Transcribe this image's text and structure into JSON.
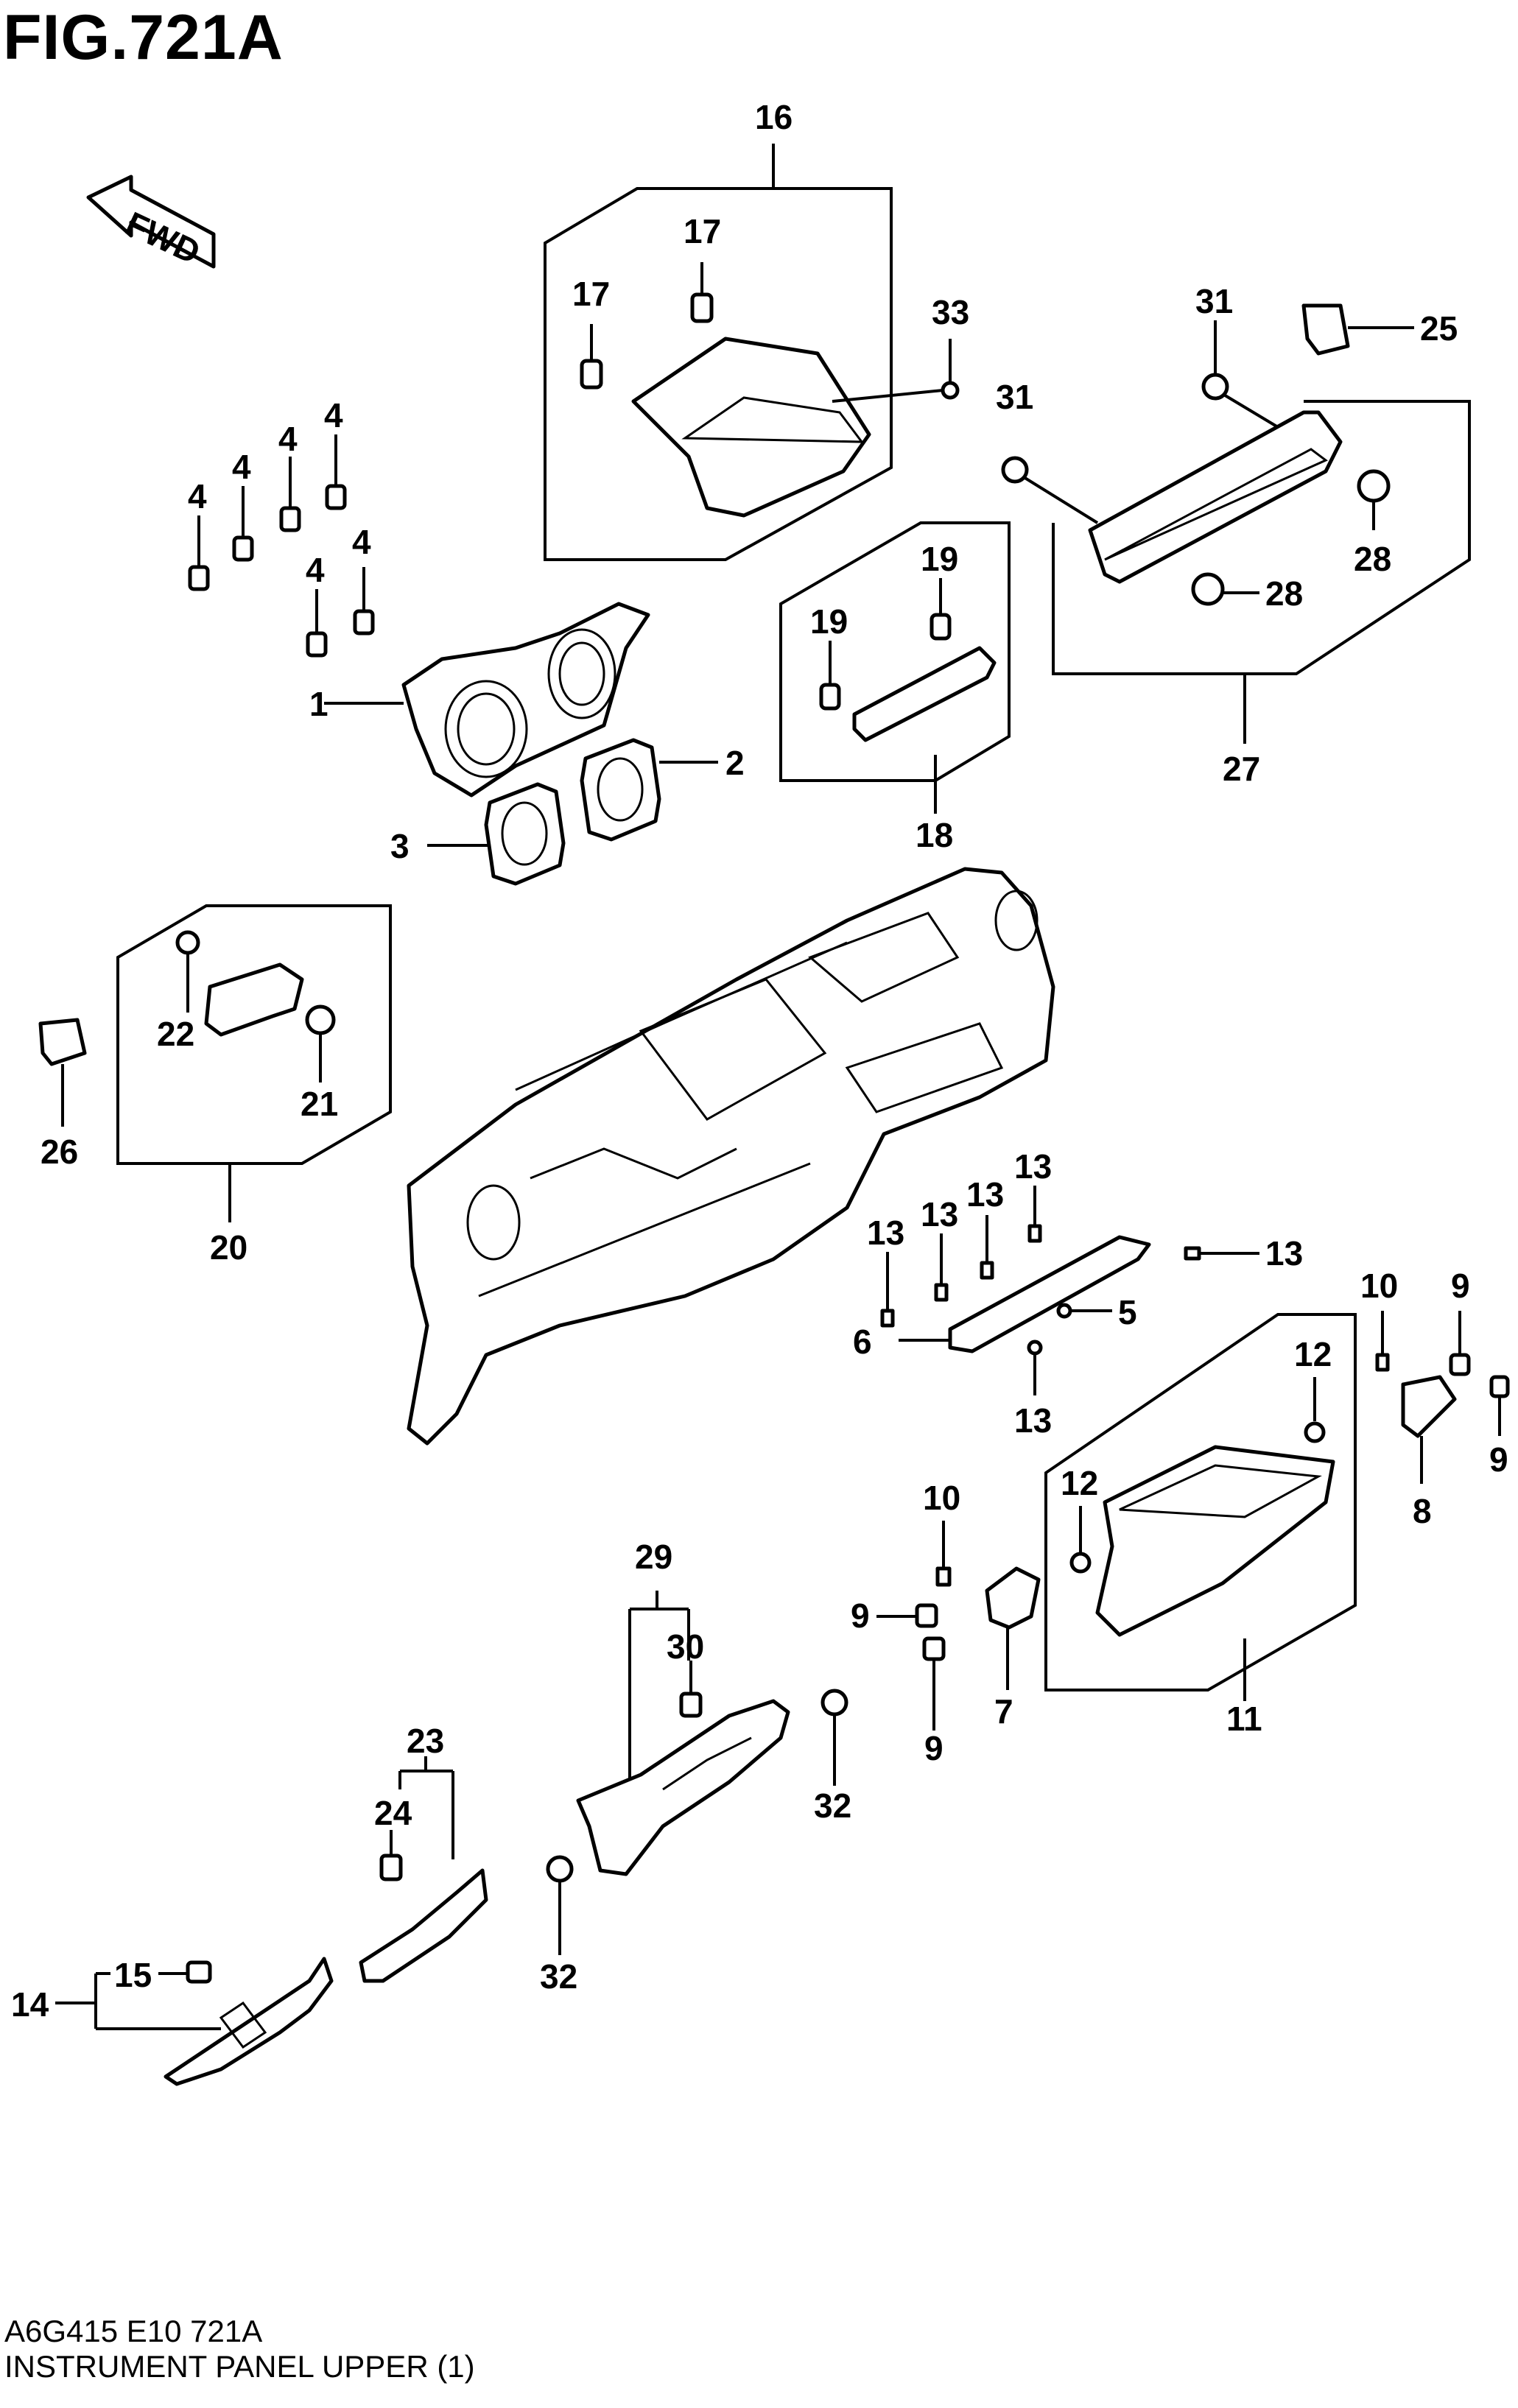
{
  "figure_title": "FIG.721A",
  "direction_label": "FWD",
  "footer": {
    "code": "A6G415 E10 721A",
    "name": "INSTRUMENT PANEL UPPER (1)"
  },
  "callouts": [
    {
      "id": "c16",
      "text": "16"
    },
    {
      "id": "c17a",
      "text": "17"
    },
    {
      "id": "c17b",
      "text": "17"
    },
    {
      "id": "c33",
      "text": "33"
    },
    {
      "id": "c31a",
      "text": "31"
    },
    {
      "id": "c31b",
      "text": "31"
    },
    {
      "id": "c25",
      "text": "25"
    },
    {
      "id": "c28a",
      "text": "28"
    },
    {
      "id": "c28b",
      "text": "28"
    },
    {
      "id": "c27",
      "text": "27"
    },
    {
      "id": "c4a",
      "text": "4"
    },
    {
      "id": "c4b",
      "text": "4"
    },
    {
      "id": "c4c",
      "text": "4"
    },
    {
      "id": "c4d",
      "text": "4"
    },
    {
      "id": "c4e",
      "text": "4"
    },
    {
      "id": "c4f",
      "text": "4"
    },
    {
      "id": "c1",
      "text": "1"
    },
    {
      "id": "c2",
      "text": "2"
    },
    {
      "id": "c3",
      "text": "3"
    },
    {
      "id": "c19a",
      "text": "19"
    },
    {
      "id": "c19b",
      "text": "19"
    },
    {
      "id": "c18",
      "text": "18"
    },
    {
      "id": "c22",
      "text": "22"
    },
    {
      "id": "c21",
      "text": "21"
    },
    {
      "id": "c20",
      "text": "20"
    },
    {
      "id": "c26",
      "text": "26"
    },
    {
      "id": "c13a",
      "text": "13"
    },
    {
      "id": "c13b",
      "text": "13"
    },
    {
      "id": "c13c",
      "text": "13"
    },
    {
      "id": "c13d",
      "text": "13"
    },
    {
      "id": "c13e",
      "text": "13"
    },
    {
      "id": "c13f",
      "text": "13"
    },
    {
      "id": "c6",
      "text": "6"
    },
    {
      "id": "c5",
      "text": "5"
    },
    {
      "id": "c10a",
      "text": "10"
    },
    {
      "id": "c9a",
      "text": "9"
    },
    {
      "id": "c9b",
      "text": "9"
    },
    {
      "id": "c8",
      "text": "8"
    },
    {
      "id": "c12a",
      "text": "12"
    },
    {
      "id": "c12b",
      "text": "12"
    },
    {
      "id": "c11",
      "text": "11"
    },
    {
      "id": "c10b",
      "text": "10"
    },
    {
      "id": "c9c",
      "text": "9"
    },
    {
      "id": "c9d",
      "text": "9"
    },
    {
      "id": "c7",
      "text": "7"
    },
    {
      "id": "c29",
      "text": "29"
    },
    {
      "id": "c30",
      "text": "30"
    },
    {
      "id": "c32a",
      "text": "32"
    },
    {
      "id": "c32b",
      "text": "32"
    },
    {
      "id": "c23",
      "text": "23"
    },
    {
      "id": "c24",
      "text": "24"
    },
    {
      "id": "c14",
      "text": "14"
    },
    {
      "id": "c15",
      "text": "15"
    }
  ]
}
